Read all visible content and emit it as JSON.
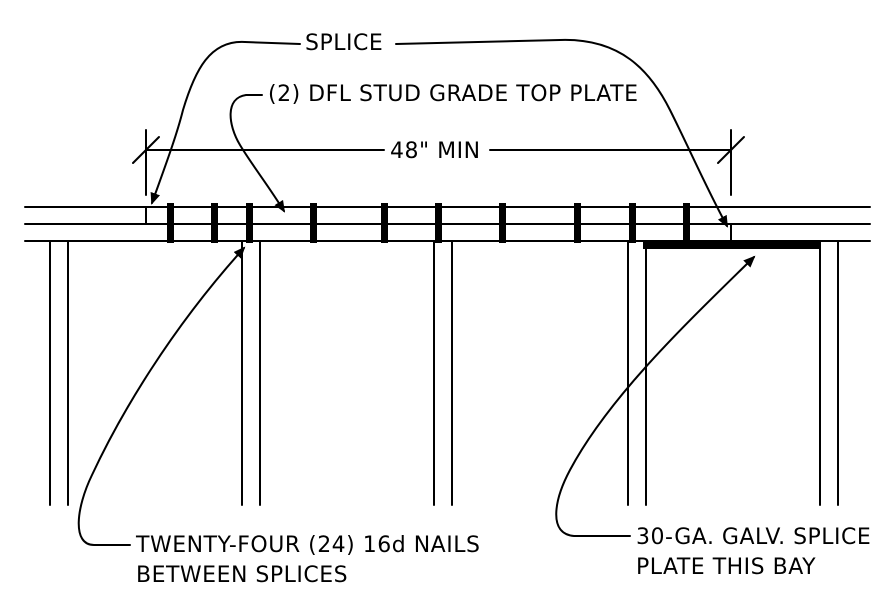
{
  "labels": {
    "splice": "SPLICE",
    "top_plate": "(2) DFL STUD GRADE TOP PLATE",
    "dimension": "48\" MIN",
    "nails_line1": "TWENTY-FOUR (24) 16d NAILS",
    "nails_line2": "BETWEEN SPLICES",
    "plate_line1": "30-GA. GALV. SPLICE",
    "plate_line2": "PLATE THIS BAY"
  }
}
